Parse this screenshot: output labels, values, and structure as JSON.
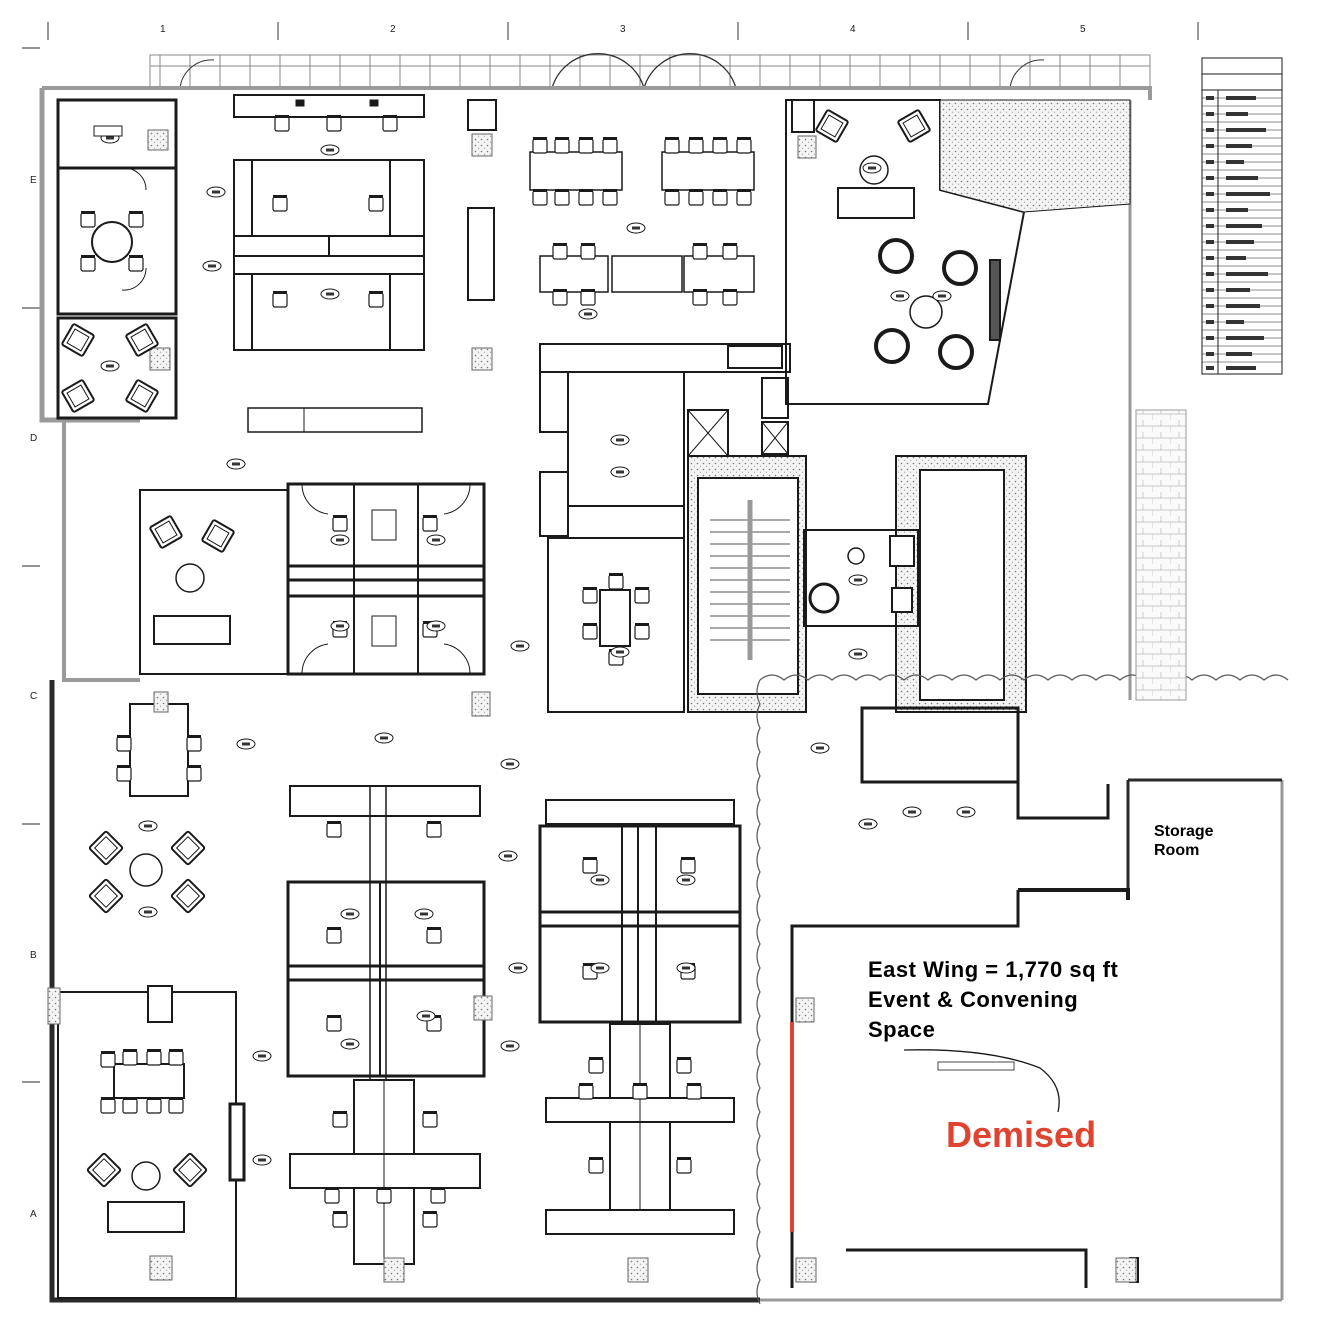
{
  "column_ticks": [
    "1",
    "2",
    "3",
    "4",
    "5"
  ],
  "row_ticks": [
    "E",
    "D",
    "C",
    "B",
    "A"
  ],
  "storage_room": [
    "Storage",
    "Room"
  ],
  "east_wing": [
    "East Wing = 1,770 sq ft",
    "Event & Convening",
    "Space"
  ],
  "demised_label": "Demised",
  "colors": {
    "line": "#1a1a1a",
    "wall": "#2a2a2a",
    "light_line": "#8a8a8a",
    "demise_line": "#e0432f",
    "demised_text": "#e0432f",
    "hatch": "#cfcfcf"
  }
}
